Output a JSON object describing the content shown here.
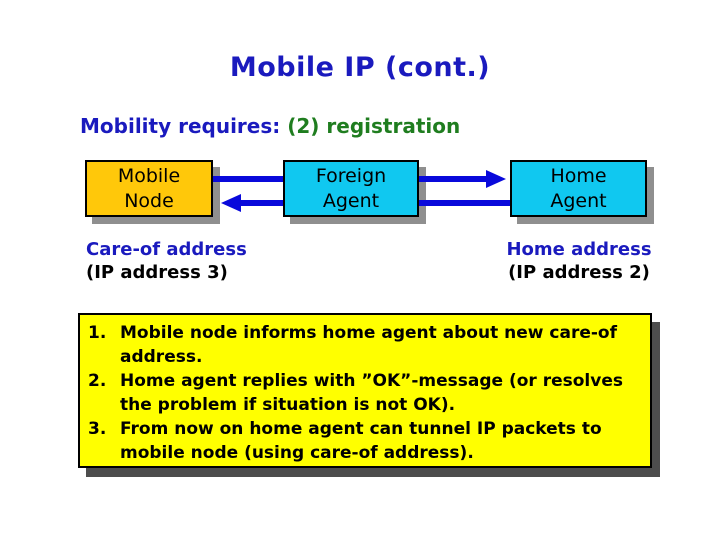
{
  "title": "Mobile IP (cont.)",
  "subtitle": {
    "blue_part": "Mobility requires:",
    "green_part": " (2) registration"
  },
  "diagram": {
    "nodes": [
      {
        "id": "mobile-node",
        "line1": "Mobile",
        "line2": "Node",
        "fill": "#FFC80A"
      },
      {
        "id": "foreign-agent",
        "line1": "Foreign",
        "line2": "Agent",
        "fill": "#10C8F0"
      },
      {
        "id": "home-agent",
        "line1": "Home",
        "line2": "Agent",
        "fill": "#10C8F0"
      }
    ],
    "arrows": [
      {
        "from": "mobile-node",
        "to": "foreign-agent",
        "row": "top",
        "arrowhead": false
      },
      {
        "from": "foreign-agent",
        "to": "home-agent",
        "row": "top",
        "arrowhead": true
      },
      {
        "from": "home-agent",
        "to": "foreign-agent",
        "row": "bottom",
        "arrowhead": false
      },
      {
        "from": "foreign-agent",
        "to": "mobile-node",
        "row": "bottom",
        "arrowhead": true
      }
    ],
    "arrow_color": "#0909DB",
    "labels": {
      "care_of": {
        "line1": "Care-of address",
        "line2": "(IP address 3)"
      },
      "home": {
        "line1": "Home address",
        "line2": "(IP address 2)"
      }
    }
  },
  "steps": {
    "background": "#FFFF00",
    "items": [
      {
        "number": "1.",
        "text": "Mobile node informs home agent about new care-of address."
      },
      {
        "number": "2.",
        "text": "Home agent replies with ”OK”-message (or resolves the problem if situation is not OK)."
      },
      {
        "number": "3.",
        "text": "From now on home agent can tunnel IP packets to mobile node (using care-of address)."
      }
    ]
  },
  "colors": {
    "title_blue": "#1A1ABE",
    "subtitle_green": "#1F7D1F",
    "node_gold": "#FFC80A",
    "node_cyan": "#10C8F0",
    "arrow_blue": "#0909DB",
    "steps_yellow": "#FFFF00",
    "node_shadow": "#8F8F8F",
    "steps_shadow": "#4D4D4D"
  }
}
